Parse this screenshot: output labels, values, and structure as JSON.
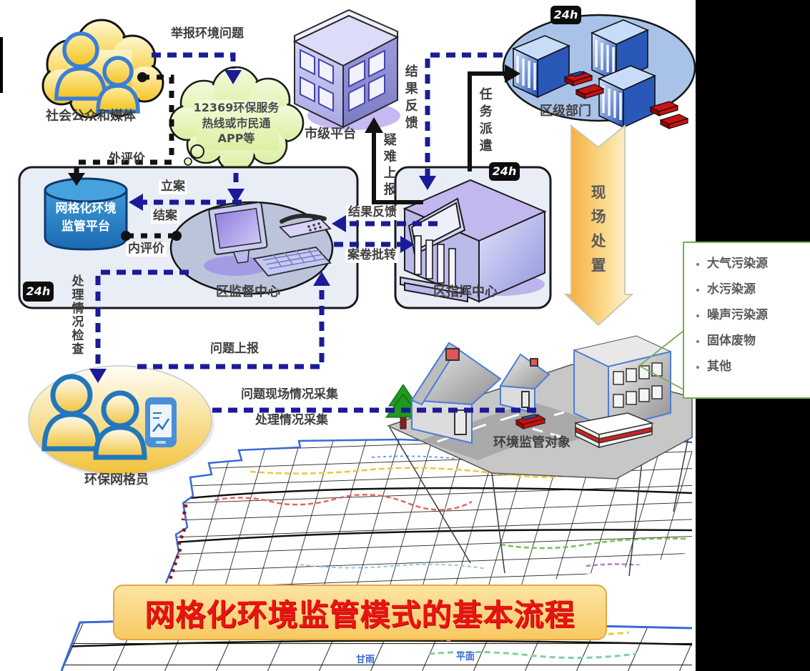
{
  "title_banner": {
    "text": "网格化环境监管模式的基本流程"
  },
  "badges": {
    "always_on": "24h"
  },
  "nodes": {
    "public": {
      "label": "社会公众和媒体"
    },
    "hotline": {
      "line1": "12369环保服务",
      "line2": "热线或市民通",
      "line3": "APP等"
    },
    "city_platform": {
      "label": "市级平台"
    },
    "district_departments": {
      "label": "区级部门"
    },
    "grid_platform": {
      "line1": "网格化环境",
      "line2": "监管平台"
    },
    "supervision_center": {
      "label": "区监督中心"
    },
    "command_center": {
      "label": "区指挥中心"
    },
    "grid_worker": {
      "label": "环保网格员"
    },
    "supervision_objects": {
      "label": "环境监管对象"
    }
  },
  "flows": {
    "report_problem": "举报环境问题",
    "external_eval": "外评价",
    "case_filing": "立案",
    "case_closing": "结案",
    "internal_eval": "内评价",
    "difficult_report": "疑难上报",
    "result_feedback_top": "结果反馈",
    "task_dispatch": "任务派遣",
    "result_feedback_mid": "结果反馈",
    "case_transfer": "案卷批转",
    "handling_check": "处理情况检查",
    "problem_report": "问题上报",
    "site_collection": "问题现场情况采集",
    "handling_collection": "处理情况采集",
    "site_disposal": "现场处置"
  },
  "pollution_sources": {
    "items": [
      "大气污染源",
      "水污染源",
      "噪声污染源",
      "固体废物",
      "其他"
    ]
  },
  "map": {
    "labels": [
      "甘雨",
      "平面"
    ]
  },
  "colors": {
    "flow_blue": "#1b1b96",
    "flow_black": "#111111",
    "box_fill": "#e9edf6",
    "cylinder_blue": "#2f8fd0",
    "arrow_orange": "#f5b43c",
    "banner_red": "#e81414",
    "green_border": "#74ae53",
    "map_border_blue": "#3a6ad4"
  }
}
